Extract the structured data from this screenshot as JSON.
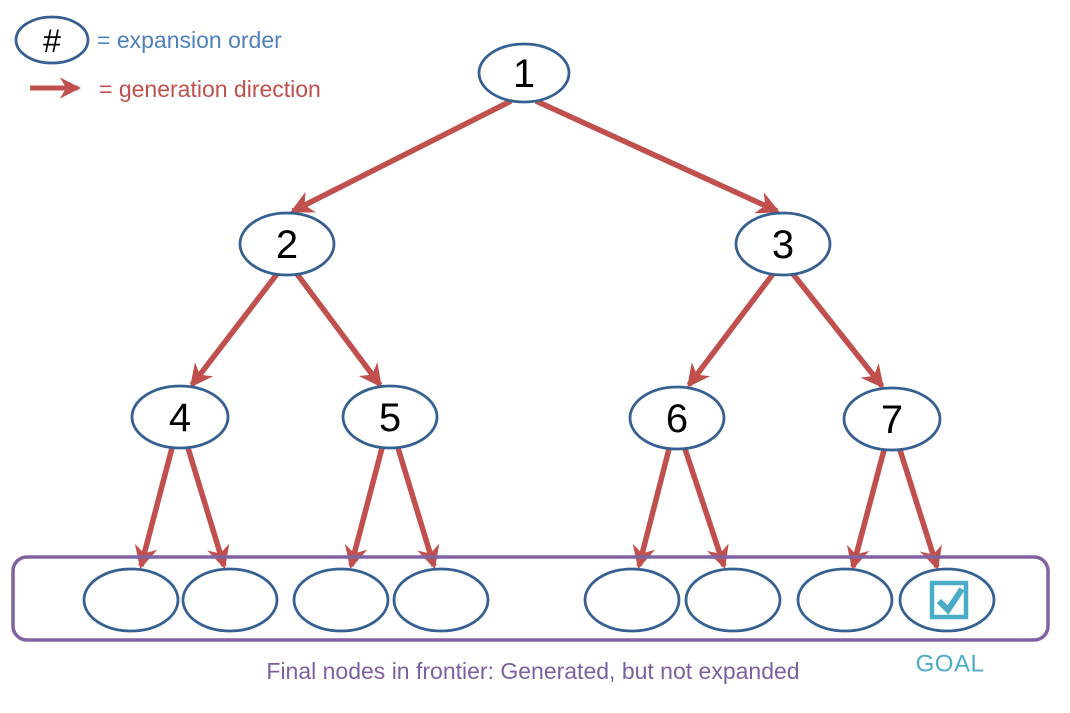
{
  "diagram": {
    "title": "search-tree-expansion-diagram",
    "legend": {
      "node_symbol": "#",
      "expansion_label": "= expansion order",
      "generation_label": "= generation direction"
    },
    "nodes": [
      "1",
      "2",
      "3",
      "4",
      "5",
      "6",
      "7"
    ],
    "frontier": {
      "slot_count": 8,
      "caption": "Final nodes in frontier: Generated, but not expanded",
      "goal_label": "GOAL"
    },
    "colors": {
      "node_outline": "#376092",
      "node_text": "#000000",
      "arrow_red": "#C0504D",
      "legend_blue": "#4F81BD",
      "frontier_purple": "#8064A2",
      "caption_purple": "#7D60A0",
      "goal_teal": "#4BACC6",
      "background": "#FFFFFF"
    }
  }
}
